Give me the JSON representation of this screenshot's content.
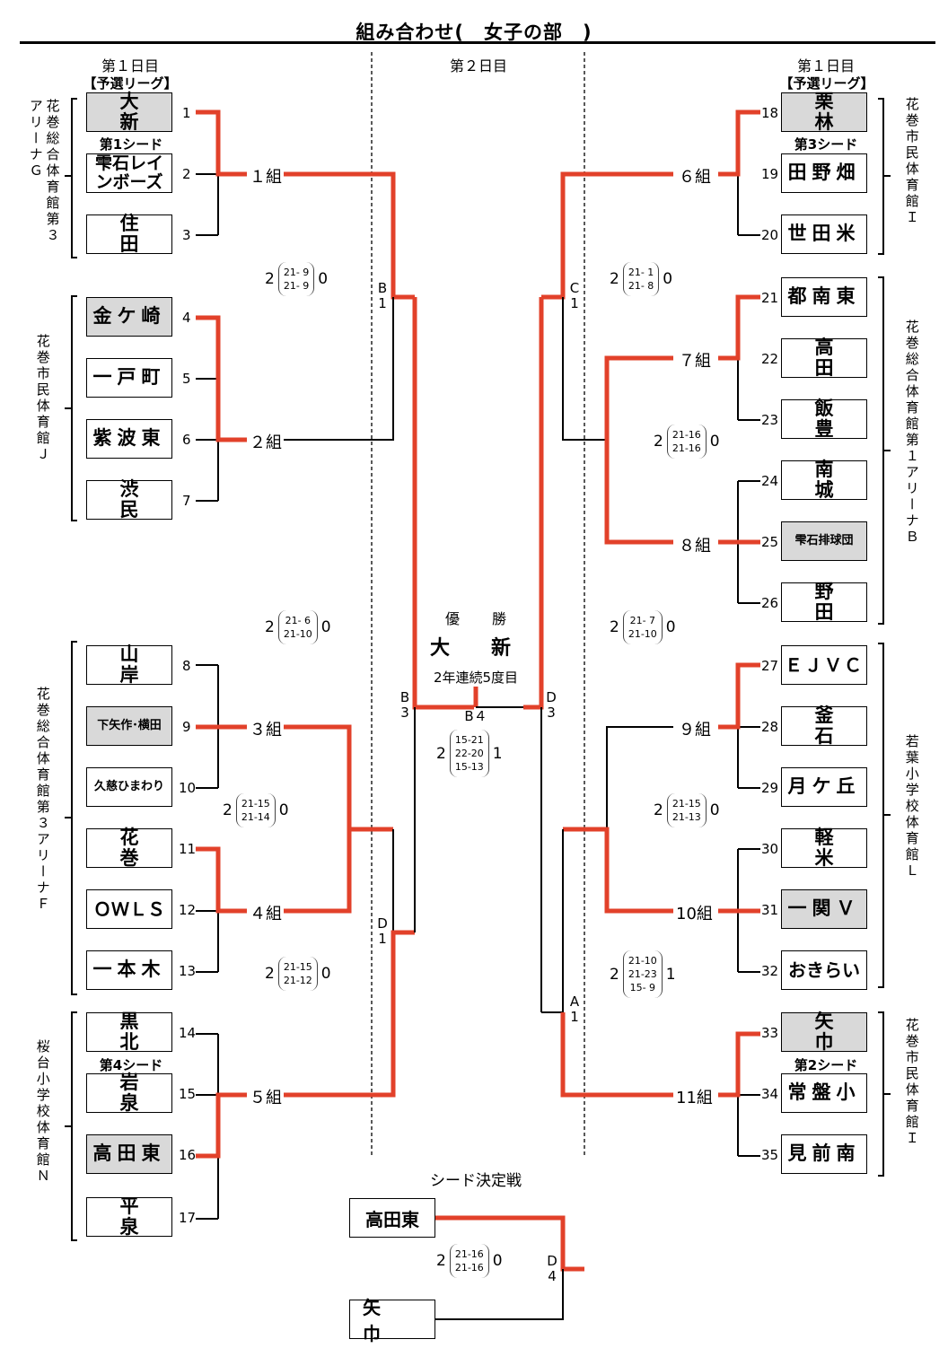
{
  "title": "組み合わせ(　女子の部　)",
  "day_left": "第１日目",
  "day_mid": "第２日目",
  "day_right": "第１日目",
  "league_left": "【予選リーグ】",
  "league_right": "【予選リーグ】",
  "colors": {
    "win": "#e2412a",
    "line": "#000000",
    "gray": "#d9d9d9"
  },
  "teams_left": [
    {
      "n": "1",
      "name": "大　新"
    },
    {
      "n": "2",
      "name": "雫石レインボーズ"
    },
    {
      "n": "3",
      "name": "住　田"
    },
    {
      "n": "4",
      "name": "金ケ崎"
    },
    {
      "n": "5",
      "name": "一戸町"
    },
    {
      "n": "6",
      "name": "紫波東"
    },
    {
      "n": "7",
      "name": "渋　民"
    },
    {
      "n": "8",
      "name": "山　岸"
    },
    {
      "n": "9",
      "name": "下矢作･横田"
    },
    {
      "n": "10",
      "name": "久慈ひまわり"
    },
    {
      "n": "11",
      "name": "花　巻"
    },
    {
      "n": "12",
      "name": "ＯＷＬＳ"
    },
    {
      "n": "13",
      "name": "一本木"
    },
    {
      "n": "14",
      "name": "黒　北"
    },
    {
      "n": "15",
      "name": "岩　泉"
    },
    {
      "n": "16",
      "name": "高田東"
    },
    {
      "n": "17",
      "name": "平　泉"
    }
  ],
  "teams_right": [
    {
      "n": "18",
      "name": "栗　林"
    },
    {
      "n": "19",
      "name": "田野畑"
    },
    {
      "n": "20",
      "name": "世田米"
    },
    {
      "n": "21",
      "name": "都南東"
    },
    {
      "n": "22",
      "name": "高　田"
    },
    {
      "n": "23",
      "name": "飯　豊"
    },
    {
      "n": "24",
      "name": "南　城"
    },
    {
      "n": "25",
      "name": "雫石排球団"
    },
    {
      "n": "26",
      "name": "野　田"
    },
    {
      "n": "27",
      "name": "ＥＪＶＣ"
    },
    {
      "n": "28",
      "name": "釜　石"
    },
    {
      "n": "29",
      "name": "月ケ丘"
    },
    {
      "n": "30",
      "name": "軽　米"
    },
    {
      "n": "31",
      "name": "一関Ｖ"
    },
    {
      "n": "32",
      "name": "おきらい"
    },
    {
      "n": "33",
      "name": "矢　巾"
    },
    {
      "n": "34",
      "name": "常盤小"
    },
    {
      "n": "35",
      "name": "見前南"
    }
  ],
  "seeds": [
    "第1シード",
    "第4シード",
    "第3シード",
    "第2シード"
  ],
  "venues_left": [
    "花巻総合体育館第３アリーナＧ",
    "花巻市民体育館Ｊ",
    "花巻総合体育館第３アリーナＦ",
    "桜台小学校体育館Ｎ"
  ],
  "venues_right": [
    "花巻市民体育館Ｉ",
    "花巻総合体育館第１アリーナＢ",
    "若葉小学校体育館Ｌ",
    "花巻市民体育館Ｉ"
  ],
  "groups": [
    "１組",
    "２組",
    "３組",
    "４組",
    "５組",
    "６組",
    "７組",
    "８組",
    "９組",
    "10組",
    "11組"
  ],
  "match_labels": {
    "B1": [
      "B",
      "1"
    ],
    "C1": [
      "C",
      "1"
    ],
    "B3": [
      "B",
      "3"
    ],
    "D3": [
      "D",
      "3"
    ],
    "B4": "B４",
    "D1": [
      "D",
      "1"
    ],
    "A1": [
      "A",
      "1"
    ],
    "D4": [
      "D",
      "4"
    ]
  },
  "scores": {
    "b1": {
      "l": "2",
      "sets": [
        "21- 9",
        "21- 9"
      ],
      "r": "0"
    },
    "c1": {
      "l": "2",
      "sets": [
        "21- 1",
        "21- 8"
      ],
      "r": "0"
    },
    "c1b": {
      "l": "2",
      "sets": [
        "21-16",
        "21-16"
      ],
      "r": "0"
    },
    "b3": {
      "l": "2",
      "sets": [
        "21- 6",
        "21-10"
      ],
      "r": "0"
    },
    "d3": {
      "l": "2",
      "sets": [
        "21- 7",
        "21-10"
      ],
      "r": "0"
    },
    "final": {
      "l": "2",
      "sets": [
        "15-21",
        "22-20",
        "15-13"
      ],
      "r": "1"
    },
    "d1a": {
      "l": "2",
      "sets": [
        "21-15",
        "21-14"
      ],
      "r": "0"
    },
    "d1b": {
      "l": "2",
      "sets": [
        "21-15",
        "21-12"
      ],
      "r": "0"
    },
    "a1a": {
      "l": "2",
      "sets": [
        "21-15",
        "21-13"
      ],
      "r": "0"
    },
    "a1b": {
      "l": "2",
      "sets": [
        "21-10",
        "21-23",
        "15- 9"
      ],
      "r": "1"
    },
    "seedmatch": {
      "l": "2",
      "sets": [
        "21-16",
        "21-16"
      ],
      "r": "0"
    }
  },
  "champion": {
    "label": "優　勝",
    "name": "大　新",
    "note": "2年連続5度目"
  },
  "seed_match": {
    "title": "シード決定戦",
    "team1": "高田東",
    "team2": "矢　巾"
  }
}
